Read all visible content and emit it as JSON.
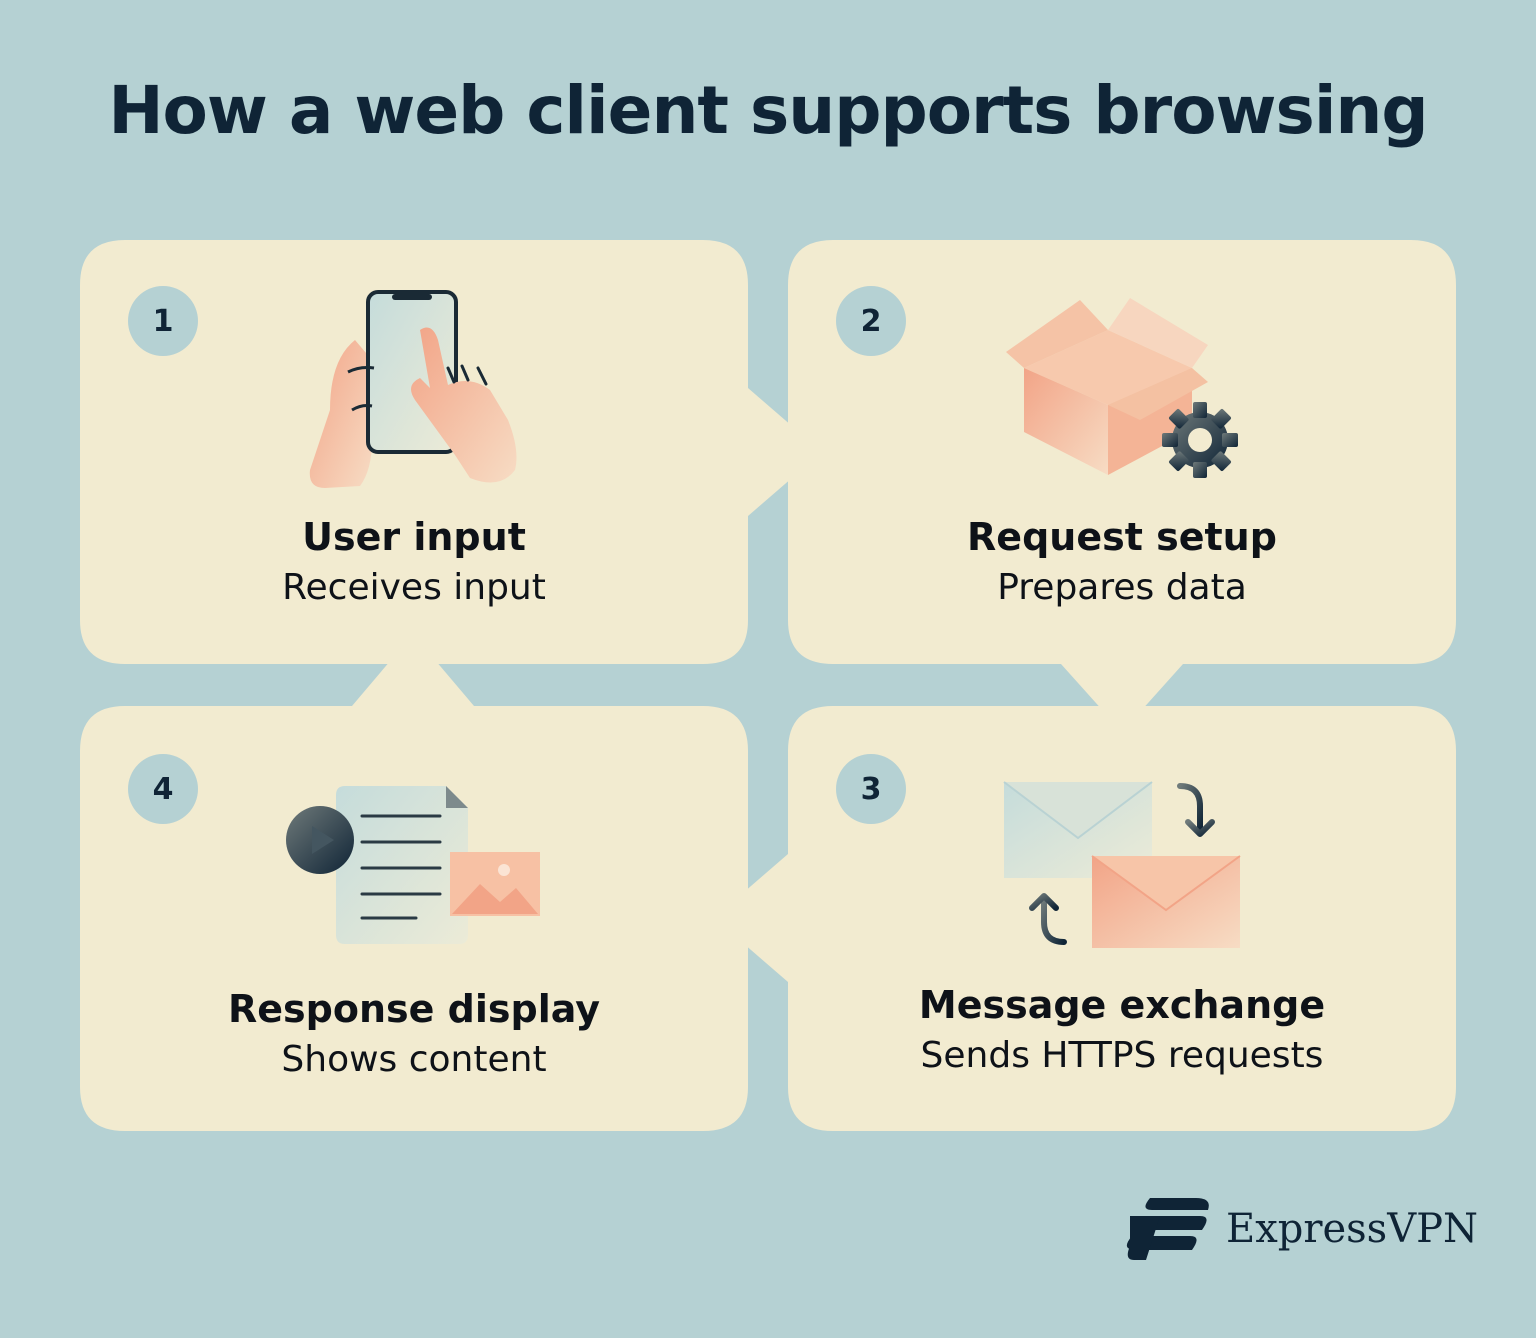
{
  "title": "How a web client supports browsing",
  "steps": [
    {
      "number": "1",
      "heading": "User input",
      "sub": "Receives input",
      "icon": "phone-touch-icon"
    },
    {
      "number": "2",
      "heading": "Request setup",
      "sub": "Prepares data",
      "icon": "box-gear-icon"
    },
    {
      "number": "3",
      "heading": "Message exchange",
      "sub": "Sends HTTPS requests",
      "icon": "envelope-exchange-icon"
    },
    {
      "number": "4",
      "heading": "Response display",
      "sub": "Shows content",
      "icon": "document-media-icon"
    }
  ],
  "brand": {
    "name": "ExpressVPN"
  },
  "colors": {
    "background": "#b5d1d3",
    "card": "#f2ebd0",
    "accent": "#f2a487",
    "dark": "#0f2436"
  }
}
